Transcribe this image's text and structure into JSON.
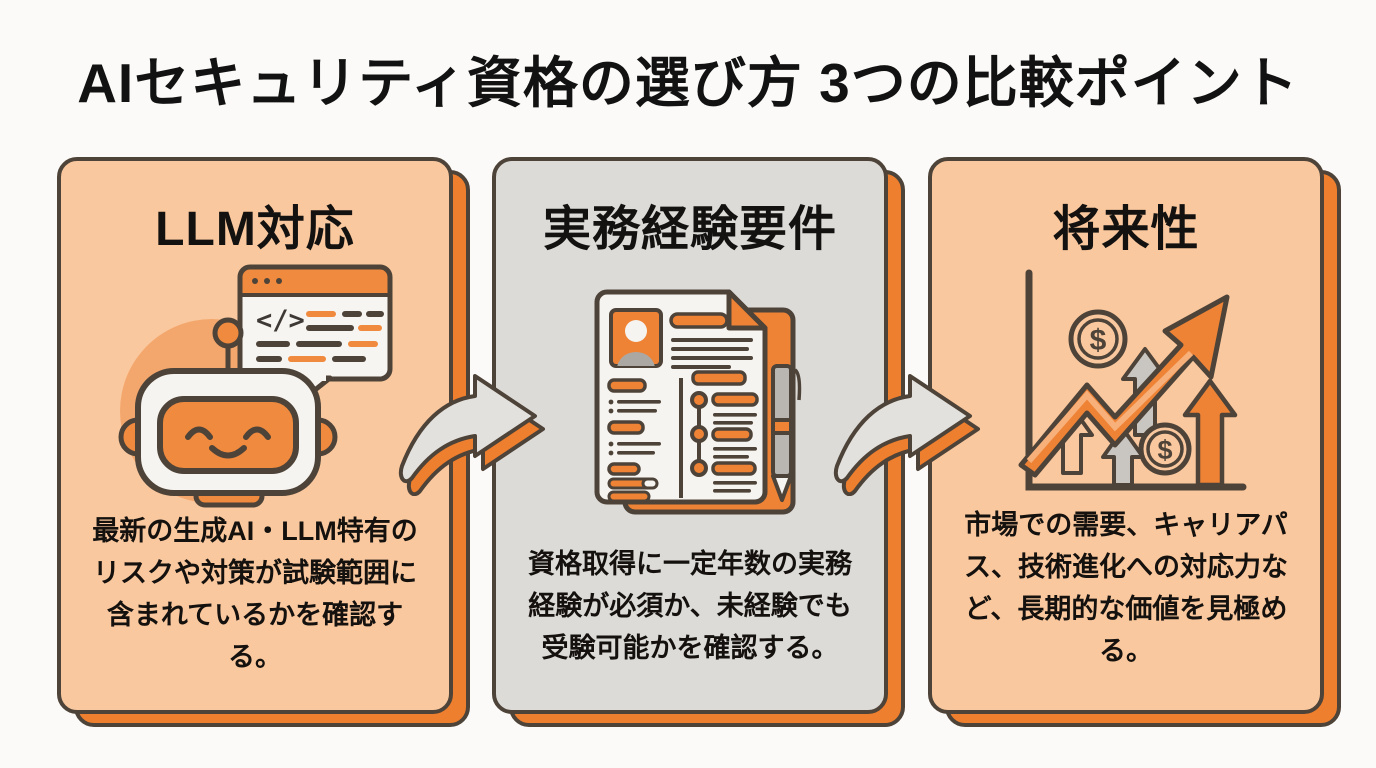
{
  "page": {
    "title": "AIセキュリティ資格の選び方 3つの比較ポイント",
    "background_color": "#FBFAF8"
  },
  "colors": {
    "accent_orange": "#EE7F2E",
    "card_orange_background": "#FAC89E",
    "card_gray_background": "#DCDBD8",
    "icon_orange": "#F08A3E",
    "outline_dark": "#4E4338",
    "text_black": "#121212",
    "arrow_gray": "#E3E1DD"
  },
  "cards": [
    {
      "title": "LLM対応",
      "icon": "robot-chat-icon",
      "description": "最新の生成AI・LLM特有のリスクや対策が試験範囲に含まれているかを確認する。"
    },
    {
      "title": "実務経験要件",
      "icon": "resume-document-icon",
      "description": "資格取得に一定年数の実務経験が必須か、未経験でも受験可能かを確認する。"
    },
    {
      "title": "将来性",
      "icon": "growth-chart-icon",
      "description": "市場での需要、キャリアパス、技術進化への対応力など、長期的な価値を見極める。"
    }
  ],
  "icon_details": {
    "robot_speech_code_glyph": "</>",
    "coin_symbol": "$"
  },
  "arrows": [
    {
      "name": "flow-arrow-1",
      "direction": "right"
    },
    {
      "name": "flow-arrow-2",
      "direction": "right"
    }
  ]
}
